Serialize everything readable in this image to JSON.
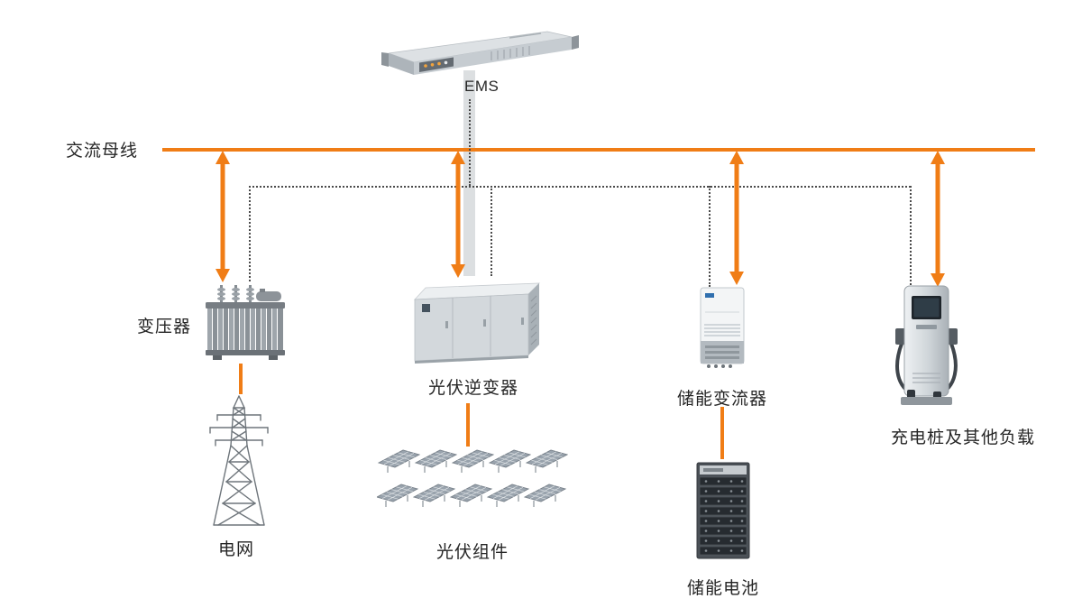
{
  "diagram": {
    "type": "energy-system-architecture",
    "ems": {
      "label": "EMS"
    },
    "ac_bus": {
      "label": "交流母线"
    },
    "nodes": {
      "transformer": {
        "label": "变压器"
      },
      "grid": {
        "label": "电网"
      },
      "pv_inverter": {
        "label": "光伏逆变器"
      },
      "pv_modules": {
        "label": "光伏组件"
      },
      "storage_converter": {
        "label": "储能变流器"
      },
      "storage_battery": {
        "label": "储能电池"
      },
      "charging_load": {
        "label": "充电桩及其他负载"
      }
    },
    "colors": {
      "bus": "#F07D16",
      "arrow": "#F07D16",
      "comm_line": "#4a4a4a",
      "text": "#262626",
      "background": "#ffffff"
    }
  }
}
